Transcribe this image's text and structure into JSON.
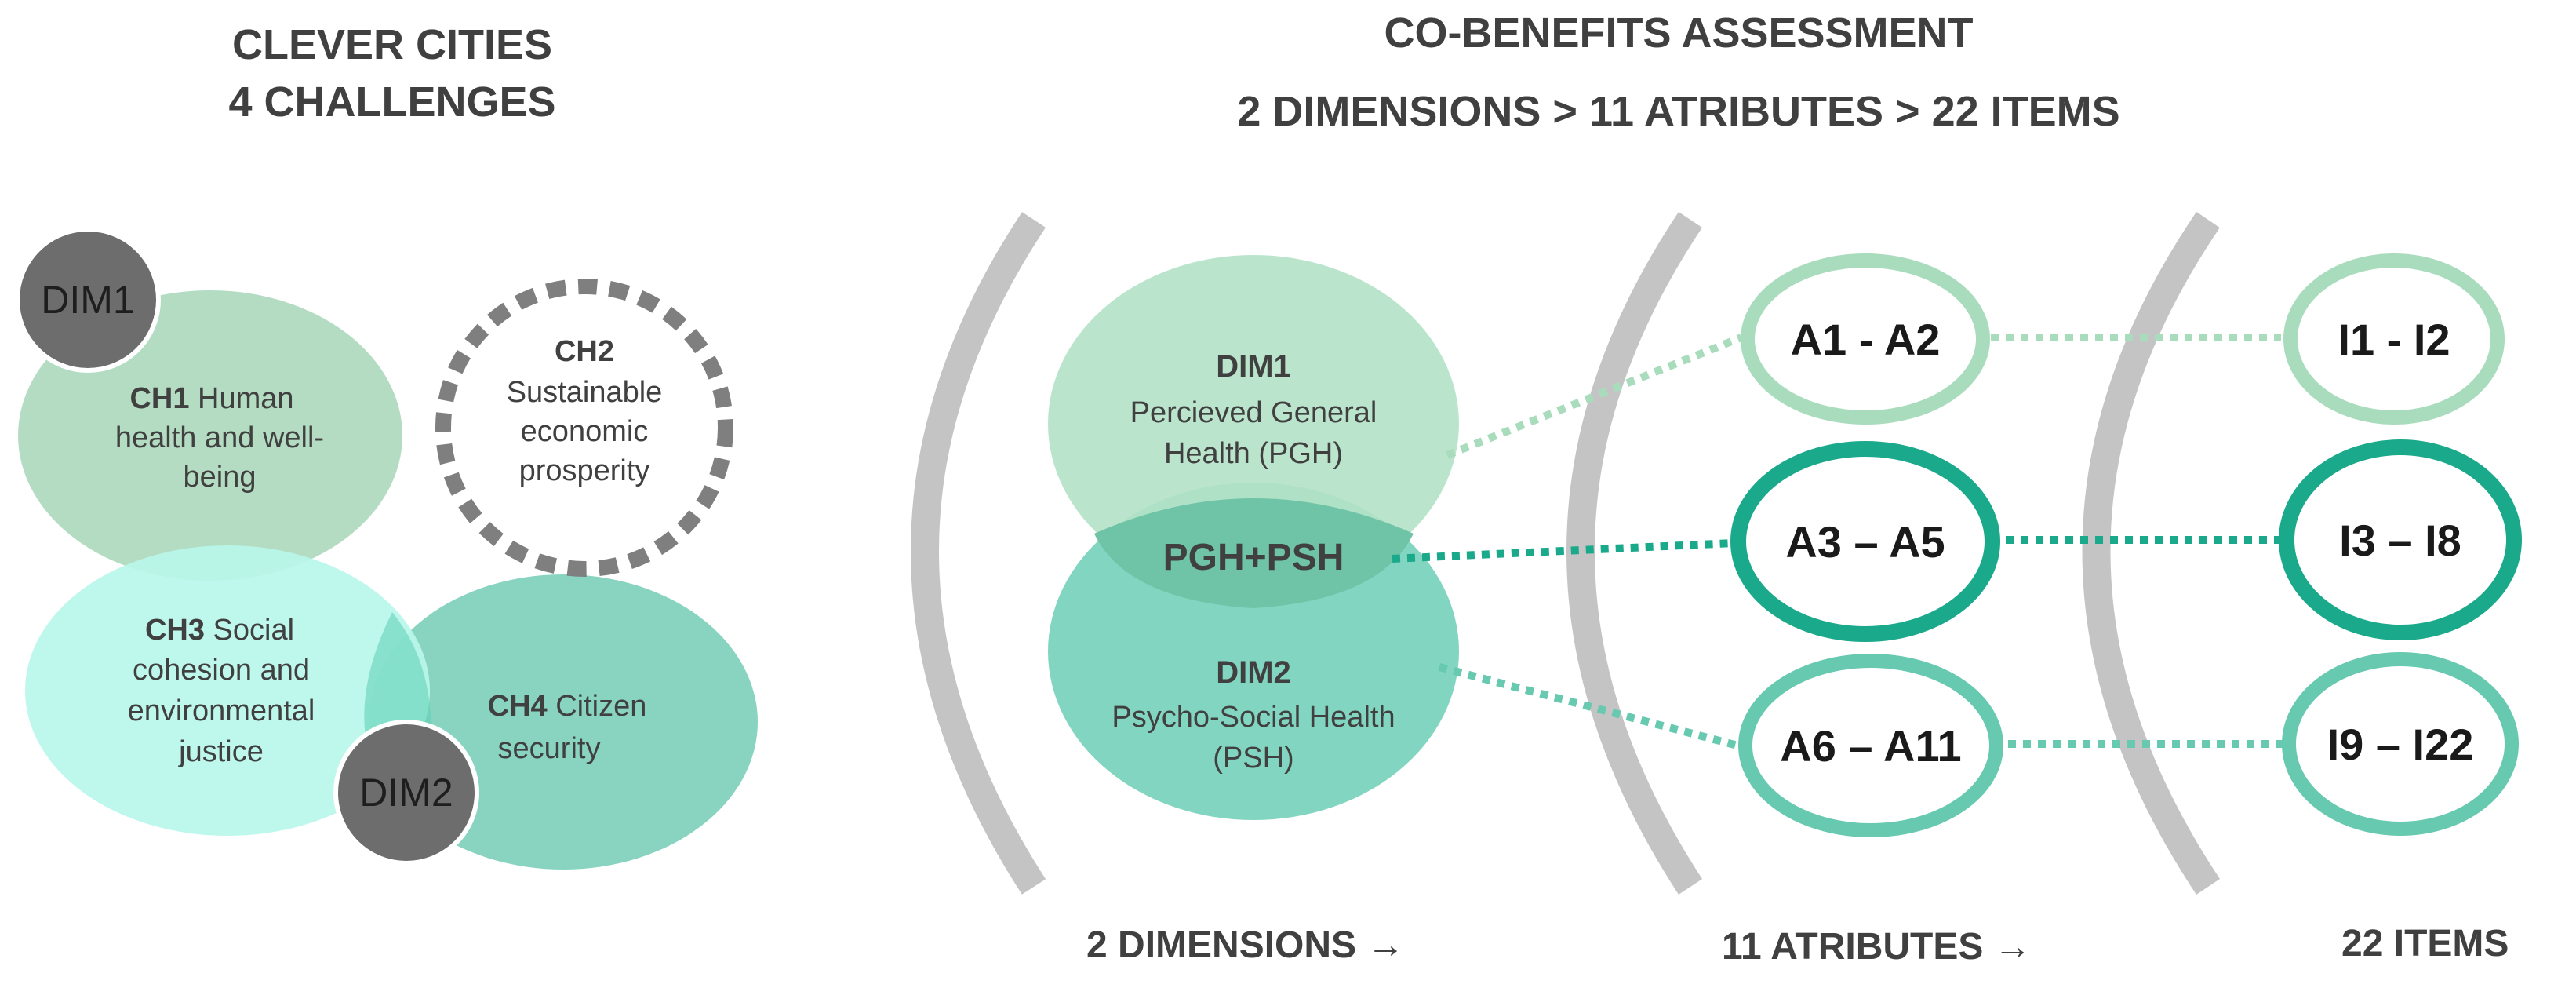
{
  "left_panel": {
    "title_line1": "CLEVER CITIES",
    "title_line2": "4 CHALLENGES",
    "dim1_badge": "DIM1",
    "dim2_badge": "DIM2",
    "ch1": {
      "code": "CH1",
      "line1_rest": " Human",
      "line2": "health and well-",
      "line3": "being"
    },
    "ch2": {
      "code": "CH2",
      "line1": "Sustainable",
      "line2": "economic",
      "line3": "prosperity"
    },
    "ch3": {
      "code": "CH3",
      "line1_rest": "  Social",
      "line2": "cohesion and",
      "line3": "environmental",
      "line4": "justice"
    },
    "ch4": {
      "code": "CH4",
      "line1_rest": " Citizen",
      "line2": "security"
    }
  },
  "right_panel": {
    "title_line1": "CO-BENEFITS ASSESSMENT",
    "title_line2": "2 DIMENSIONS > 11 ATRIBUTES > 22 ITEMS",
    "dim1": {
      "title": "DIM1",
      "line1": "Percieved General",
      "line2": "Health (PGH)"
    },
    "overlap": "PGH+PSH",
    "dim2": {
      "title": "DIM2",
      "line1": "Psycho-Social Health",
      "line2": "(PSH)"
    },
    "attributes": [
      "A1 - A2",
      "A3 – A5",
      "A6 – A11"
    ],
    "items": [
      "I1 - I2",
      "I3 – I8",
      "I9 – I22"
    ],
    "footer": [
      "2 DIMENSIONS →",
      "11 ATRIBUTES →",
      "22 ITEMS"
    ]
  },
  "colors": {
    "light_green": "#a9dcbd",
    "mid_teal": "#67c9b0",
    "dark_teal": "#1aa98a",
    "aqua": "#b8f6ea",
    "badge_gray": "#6d6d6d",
    "bracket_gray": "#c4c4c4",
    "dotted_gray": "#7f7f7f"
  }
}
